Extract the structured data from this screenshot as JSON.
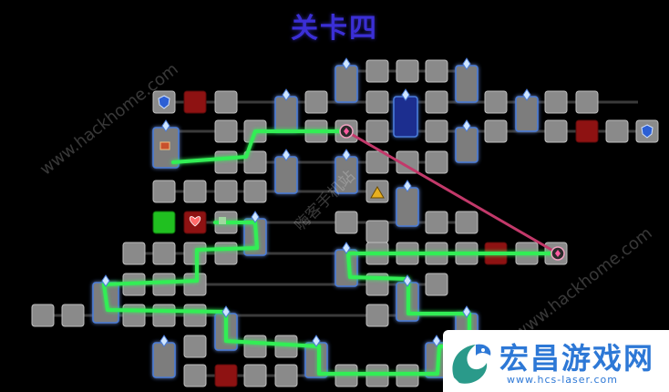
{
  "title": "关卡四",
  "watermarks": {
    "top_left": "www.hackhome.com",
    "center": "嗨客手机站",
    "right": "www.hackhome.com"
  },
  "brand": {
    "name": "宏昌游戏网",
    "url": "www.hcs-laser.com"
  },
  "colors": {
    "room_fill": "#8a8a8a",
    "room_border": "#bfbfbf",
    "locked_room": "#8e1212",
    "start_room": "#20c020",
    "highlight_room": "#1a2f8f",
    "path_green": "#33ee55",
    "path_pink": "#c2396a",
    "node_glow": "#4a7bd8",
    "title": "#3b2fd6",
    "brand": "#2d78d6"
  },
  "icons": [
    "shield-icon",
    "gem-icon",
    "chest-icon",
    "heart-icon",
    "warning-icon",
    "crystal-icon",
    "door-icon"
  ]
}
